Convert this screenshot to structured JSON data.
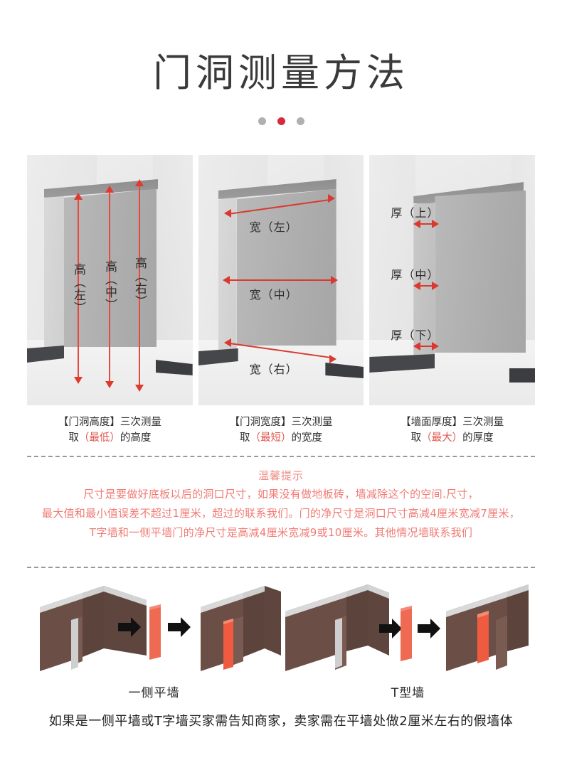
{
  "header": {
    "title": "门洞测量方法",
    "dots": [
      "inactive",
      "active",
      "inactive"
    ],
    "accent_red": "#d8293f"
  },
  "panels": [
    {
      "id": "height-panel",
      "measure_labels": [
        "高（左）",
        "高（中）",
        "高（右）"
      ],
      "caption_line1": "【门洞高度】三次测量",
      "caption_prefix": "取",
      "caption_highlight": "（最低）",
      "caption_suffix": "的高度"
    },
    {
      "id": "width-panel",
      "measure_labels": [
        "宽（左）",
        "宽（中）",
        "宽（右）"
      ],
      "caption_line1": "【门洞宽度】三次测量",
      "caption_prefix": "取",
      "caption_highlight": "（最短）",
      "caption_suffix": "的宽度"
    },
    {
      "id": "thickness-panel",
      "measure_labels": [
        "厚（上）",
        "厚（中）",
        "厚（下）"
      ],
      "caption_line1": "【墙面厚度】三次测量",
      "caption_prefix": "取",
      "caption_highlight": "（最大）",
      "caption_suffix": "的厚度"
    }
  ],
  "tips": {
    "title": "温馨提示",
    "lines": [
      "尺寸是要做好底板以后的洞口尺寸，如果没有做地板砖，墙减除这个的空间.尺寸，",
      "最大值和最小值误差不超过1厘米，超过的联系我们。门的净尺寸是洞口尺寸高减4厘米宽减7厘米，",
      "T字墙和一侧平墙门的净尺寸是高减4厘米宽减9或10厘米。其他情况墙联系我们"
    ],
    "color": "#f07b74"
  },
  "wall_diagrams": [
    {
      "id": "one-side-flat-wall",
      "label": "一侧平墙"
    },
    {
      "id": "t-shaped-wall",
      "label": "T型墙"
    }
  ],
  "bottom_note": "如果是一侧平墙或T字墙买家需告知商家，卖家需在平墙处做2厘米左右的假墙体"
}
